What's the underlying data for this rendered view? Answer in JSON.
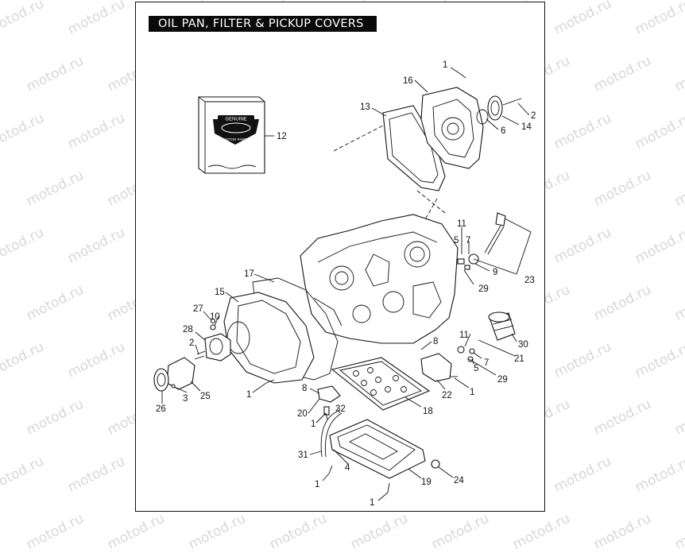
{
  "title": "OIL PAN, FILTER & PICKUP COVERS",
  "watermark": "motod.ru",
  "logo": {
    "line1": "GENUINE",
    "line2": "MOTOR PARTS"
  },
  "callouts": {
    "c1a": "1",
    "c16": "16",
    "c13": "13",
    "c2a": "2",
    "c14": "14",
    "c6": "6",
    "c12": "12",
    "c11a": "11",
    "c5a": "5",
    "c7a": "7",
    "c9": "9",
    "c23": "23",
    "c29a": "29",
    "c17": "17",
    "c15": "15",
    "c27": "27",
    "c10": "10",
    "c28": "28",
    "c2b": "2",
    "c3": "3",
    "c25": "25",
    "c26": "26",
    "c1b": "1",
    "c8a": "8",
    "c22": "22",
    "c1c": "1",
    "c11b": "11",
    "c5b": "5",
    "c7b": "7",
    "c29b": "29",
    "c30": "30",
    "c21": "21",
    "c8b": "8",
    "c20": "20",
    "c1d": "1",
    "c32": "32",
    "c18": "18",
    "c31": "31",
    "c4": "4",
    "c1e": "1",
    "c19": "19",
    "c24": "24",
    "c1f": "1"
  }
}
